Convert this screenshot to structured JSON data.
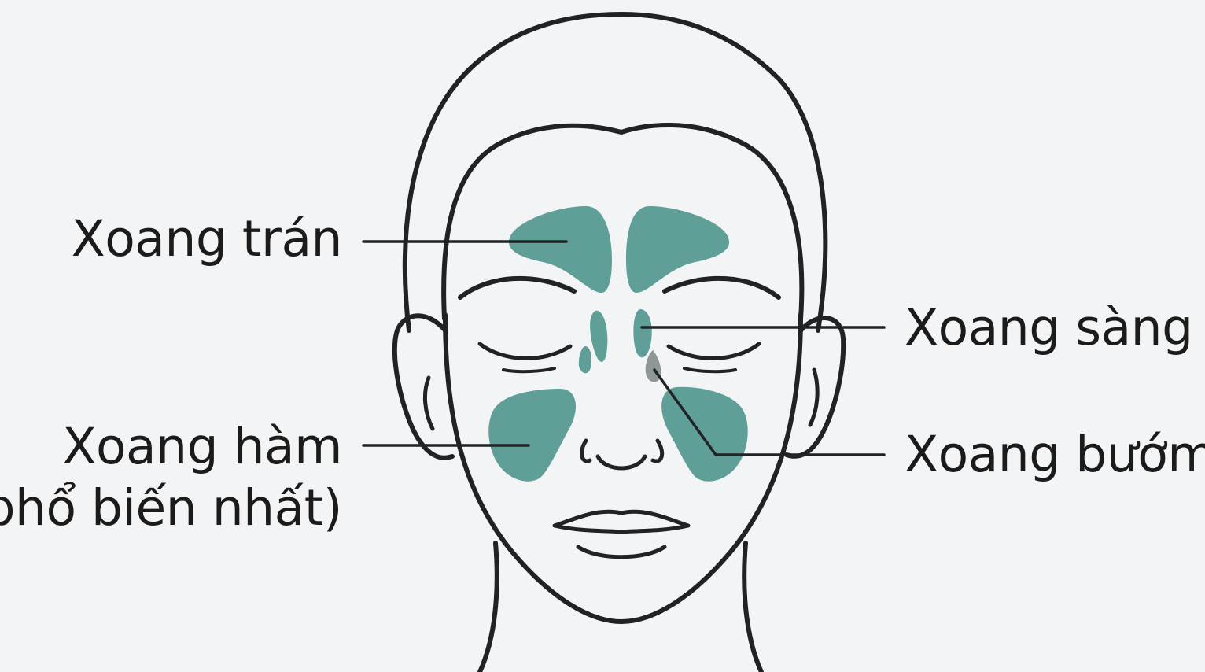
{
  "diagram": {
    "labels": {
      "frontal": "Xoang trán",
      "maxillary": "Xoang hàm",
      "maxillary_note": "(phổ biến nhất)",
      "ethmoid": "Xoang sàng",
      "sphenoid": "Xoang bướm"
    },
    "colors": {
      "background": "#f3f4f5",
      "outline": "#1f2326",
      "sinus_fill": "#5f9f97",
      "sphenoid_fill": "#8f9696",
      "text": "#1b1b1b"
    }
  }
}
